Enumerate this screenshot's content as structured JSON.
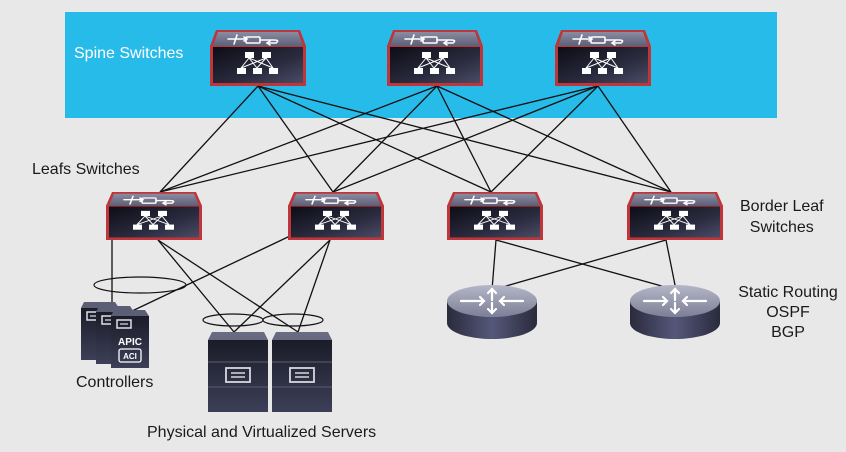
{
  "labels": {
    "spine": "Spine Switches",
    "leafs": "Leafs Switches",
    "border_leaf_line1": "Border Leaf",
    "border_leaf_line2": "Switches",
    "routing_line1": "Static Routing",
    "routing_line2": "OSPF",
    "routing_line3": "BGP",
    "controllers": "Controllers",
    "servers": "Physical and Virtualized Servers",
    "apic_text": "APIC",
    "aci_text": "ACI"
  },
  "colors": {
    "background": "#e8e8e8",
    "spine_band": "#27bbea",
    "switch_border": "#c0353a",
    "device_dark": "#1c1c2a",
    "device_top": "#6c6e84",
    "link": "#111111"
  },
  "nodes": {
    "spines": [
      "spine-1",
      "spine-2",
      "spine-3"
    ],
    "leafs": [
      "leaf-1",
      "leaf-2"
    ],
    "border_leafs": [
      "border-leaf-1",
      "border-leaf-2"
    ],
    "routers": [
      "router-1",
      "router-2"
    ],
    "controllers": [
      "apic-1",
      "apic-2",
      "apic-3"
    ],
    "servers": [
      "server-1",
      "server-2"
    ]
  },
  "links": [
    [
      "spine-1",
      "leaf-1"
    ],
    [
      "spine-1",
      "leaf-2"
    ],
    [
      "spine-1",
      "border-leaf-1"
    ],
    [
      "spine-1",
      "border-leaf-2"
    ],
    [
      "spine-2",
      "leaf-1"
    ],
    [
      "spine-2",
      "leaf-2"
    ],
    [
      "spine-2",
      "border-leaf-1"
    ],
    [
      "spine-2",
      "border-leaf-2"
    ],
    [
      "spine-3",
      "leaf-1"
    ],
    [
      "spine-3",
      "leaf-2"
    ],
    [
      "spine-3",
      "border-leaf-1"
    ],
    [
      "spine-3",
      "border-leaf-2"
    ],
    [
      "leaf-1",
      "apic-1"
    ],
    [
      "leaf-2",
      "apic-1"
    ],
    [
      "leaf-1",
      "server-1"
    ],
    [
      "leaf-1",
      "server-2"
    ],
    [
      "leaf-2",
      "server-1"
    ],
    [
      "leaf-2",
      "server-2"
    ],
    [
      "border-leaf-1",
      "router-1"
    ],
    [
      "border-leaf-1",
      "router-2"
    ],
    [
      "border-leaf-2",
      "router-1"
    ],
    [
      "border-leaf-2",
      "router-2"
    ]
  ]
}
